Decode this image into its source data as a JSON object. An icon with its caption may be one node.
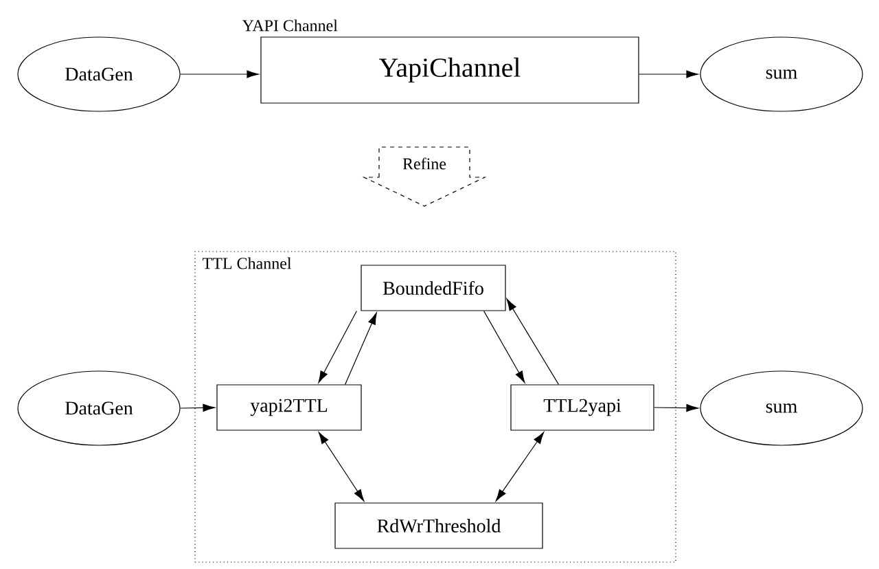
{
  "diagram": {
    "nodes": [
      {
        "text": [
          "DataGen"
        ]
      },
      {
        "text": [
          "YAPI Channel",
          "YapiChannel"
        ]
      },
      {
        "text": [
          "sum"
        ]
      },
      {
        "text": [
          "Refine"
        ]
      },
      {
        "text": [
          "TTL Channel"
        ]
      },
      {
        "text": [
          "BoundedFifo"
        ],
        "in": 4
      },
      {
        "text": [
          "yapi2TTL"
        ],
        "in": 4
      },
      {
        "text": [
          "TTL2yapi"
        ],
        "in": 4
      },
      {
        "text": [
          "RdWrThreshold"
        ],
        "in": 4
      },
      {
        "text": [
          "DataGen"
        ]
      },
      {
        "text": [
          "sum"
        ]
      }
    ],
    "edges": [
      {
        "from": 0,
        "to": 1,
        "arrow": "to"
      },
      {
        "from": 1,
        "to": 2,
        "arrow": "to"
      },
      {
        "from": 9,
        "to": 6,
        "arrow": "to"
      },
      {
        "from": 7,
        "to": 10,
        "arrow": "to"
      },
      {
        "from": 5,
        "to": 6,
        "arrow": "to"
      },
      {
        "from": 6,
        "to": 5,
        "arrow": "to"
      },
      {
        "from": 5,
        "to": 7,
        "arrow": "to"
      },
      {
        "from": 7,
        "to": 5,
        "arrow": "to"
      },
      {
        "from": 6,
        "to": 8,
        "arrow": "both"
      },
      {
        "from": 7,
        "to": 8,
        "arrow": "both"
      }
    ]
  }
}
